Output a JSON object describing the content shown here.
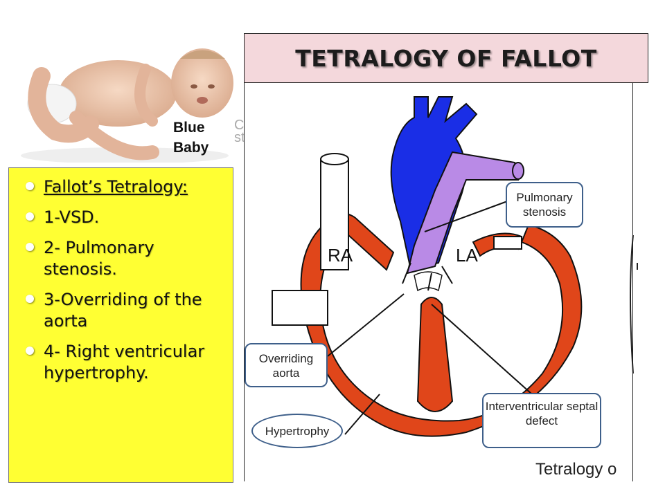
{
  "title": "TETRALOGY OF FALLOT",
  "photo_caption": "Blue Baby",
  "bullets": [
    {
      "text": "Fallot’s Tetralogy:"
    },
    {
      "text": "1-VSD."
    },
    {
      "text": "2- Pulmonary stenosis."
    },
    {
      "text": "3-Overriding of the aorta"
    },
    {
      "text": "4- Right ventricular hypertrophy."
    }
  ],
  "diagram": {
    "chamber_labels": {
      "ra": "RA",
      "la": "LA"
    },
    "callouts": {
      "pulmonary_stenosis": "Pulmonary stenosis",
      "overriding_aorta": "Overriding aorta",
      "hypertrophy": "Hypertrophy",
      "septal_defect": "Interventricular septal defect"
    },
    "caption": "Tetralogy o"
  },
  "colors": {
    "aorta": "#1a2ee6",
    "pulmonary": "#b98ae6",
    "muscle": "#e0461a",
    "panel": "#ffff33",
    "banner": "#f4d8dc",
    "callout_border": "#3e5f8a"
  }
}
